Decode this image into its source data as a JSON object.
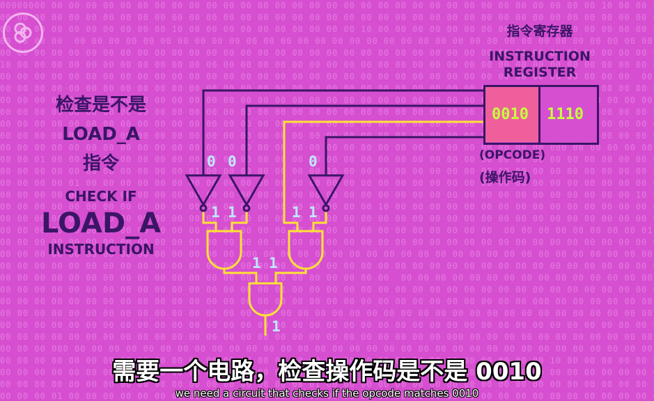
{
  "labels": {
    "check_cn": "检查是不是",
    "check_cn_mid": "LOAD_A",
    "check_cn_end": "指令",
    "check_en_1": "CHECK IF",
    "check_en_2": "LOAD_A",
    "check_en_3": "INSTRUCTION",
    "register_cn": "指令寄存器",
    "register_en_1": "INSTRUCTION",
    "register_en_2": "REGISTER",
    "opcode_en": "(OPCODE)",
    "opcode_cn": "(操作码)"
  },
  "register": {
    "opcode": "0010",
    "operand": "1110"
  },
  "bits": {
    "not_inputs": [
      "0",
      "0",
      "0"
    ],
    "and1_inputs": [
      "1",
      "1"
    ],
    "and2_inputs": [
      "1",
      "1"
    ],
    "and3_inputs": [
      "1",
      "1"
    ],
    "output": "1"
  },
  "subtitle": {
    "cn": "需要一个电路，检查操作码是不是 0010",
    "en": "we need a circuit that checks if the opcode matches 0010"
  },
  "colors": {
    "background": "#d64fd0",
    "wire_dark": "#3b1566",
    "wire_yellow": "#ffe236",
    "register_opcode_fill": "#ee5f9c",
    "register_value": "#c7ff3d",
    "bit_text": "#bfe8ff"
  },
  "icons": {
    "logo": "pbs-logo-icon"
  }
}
